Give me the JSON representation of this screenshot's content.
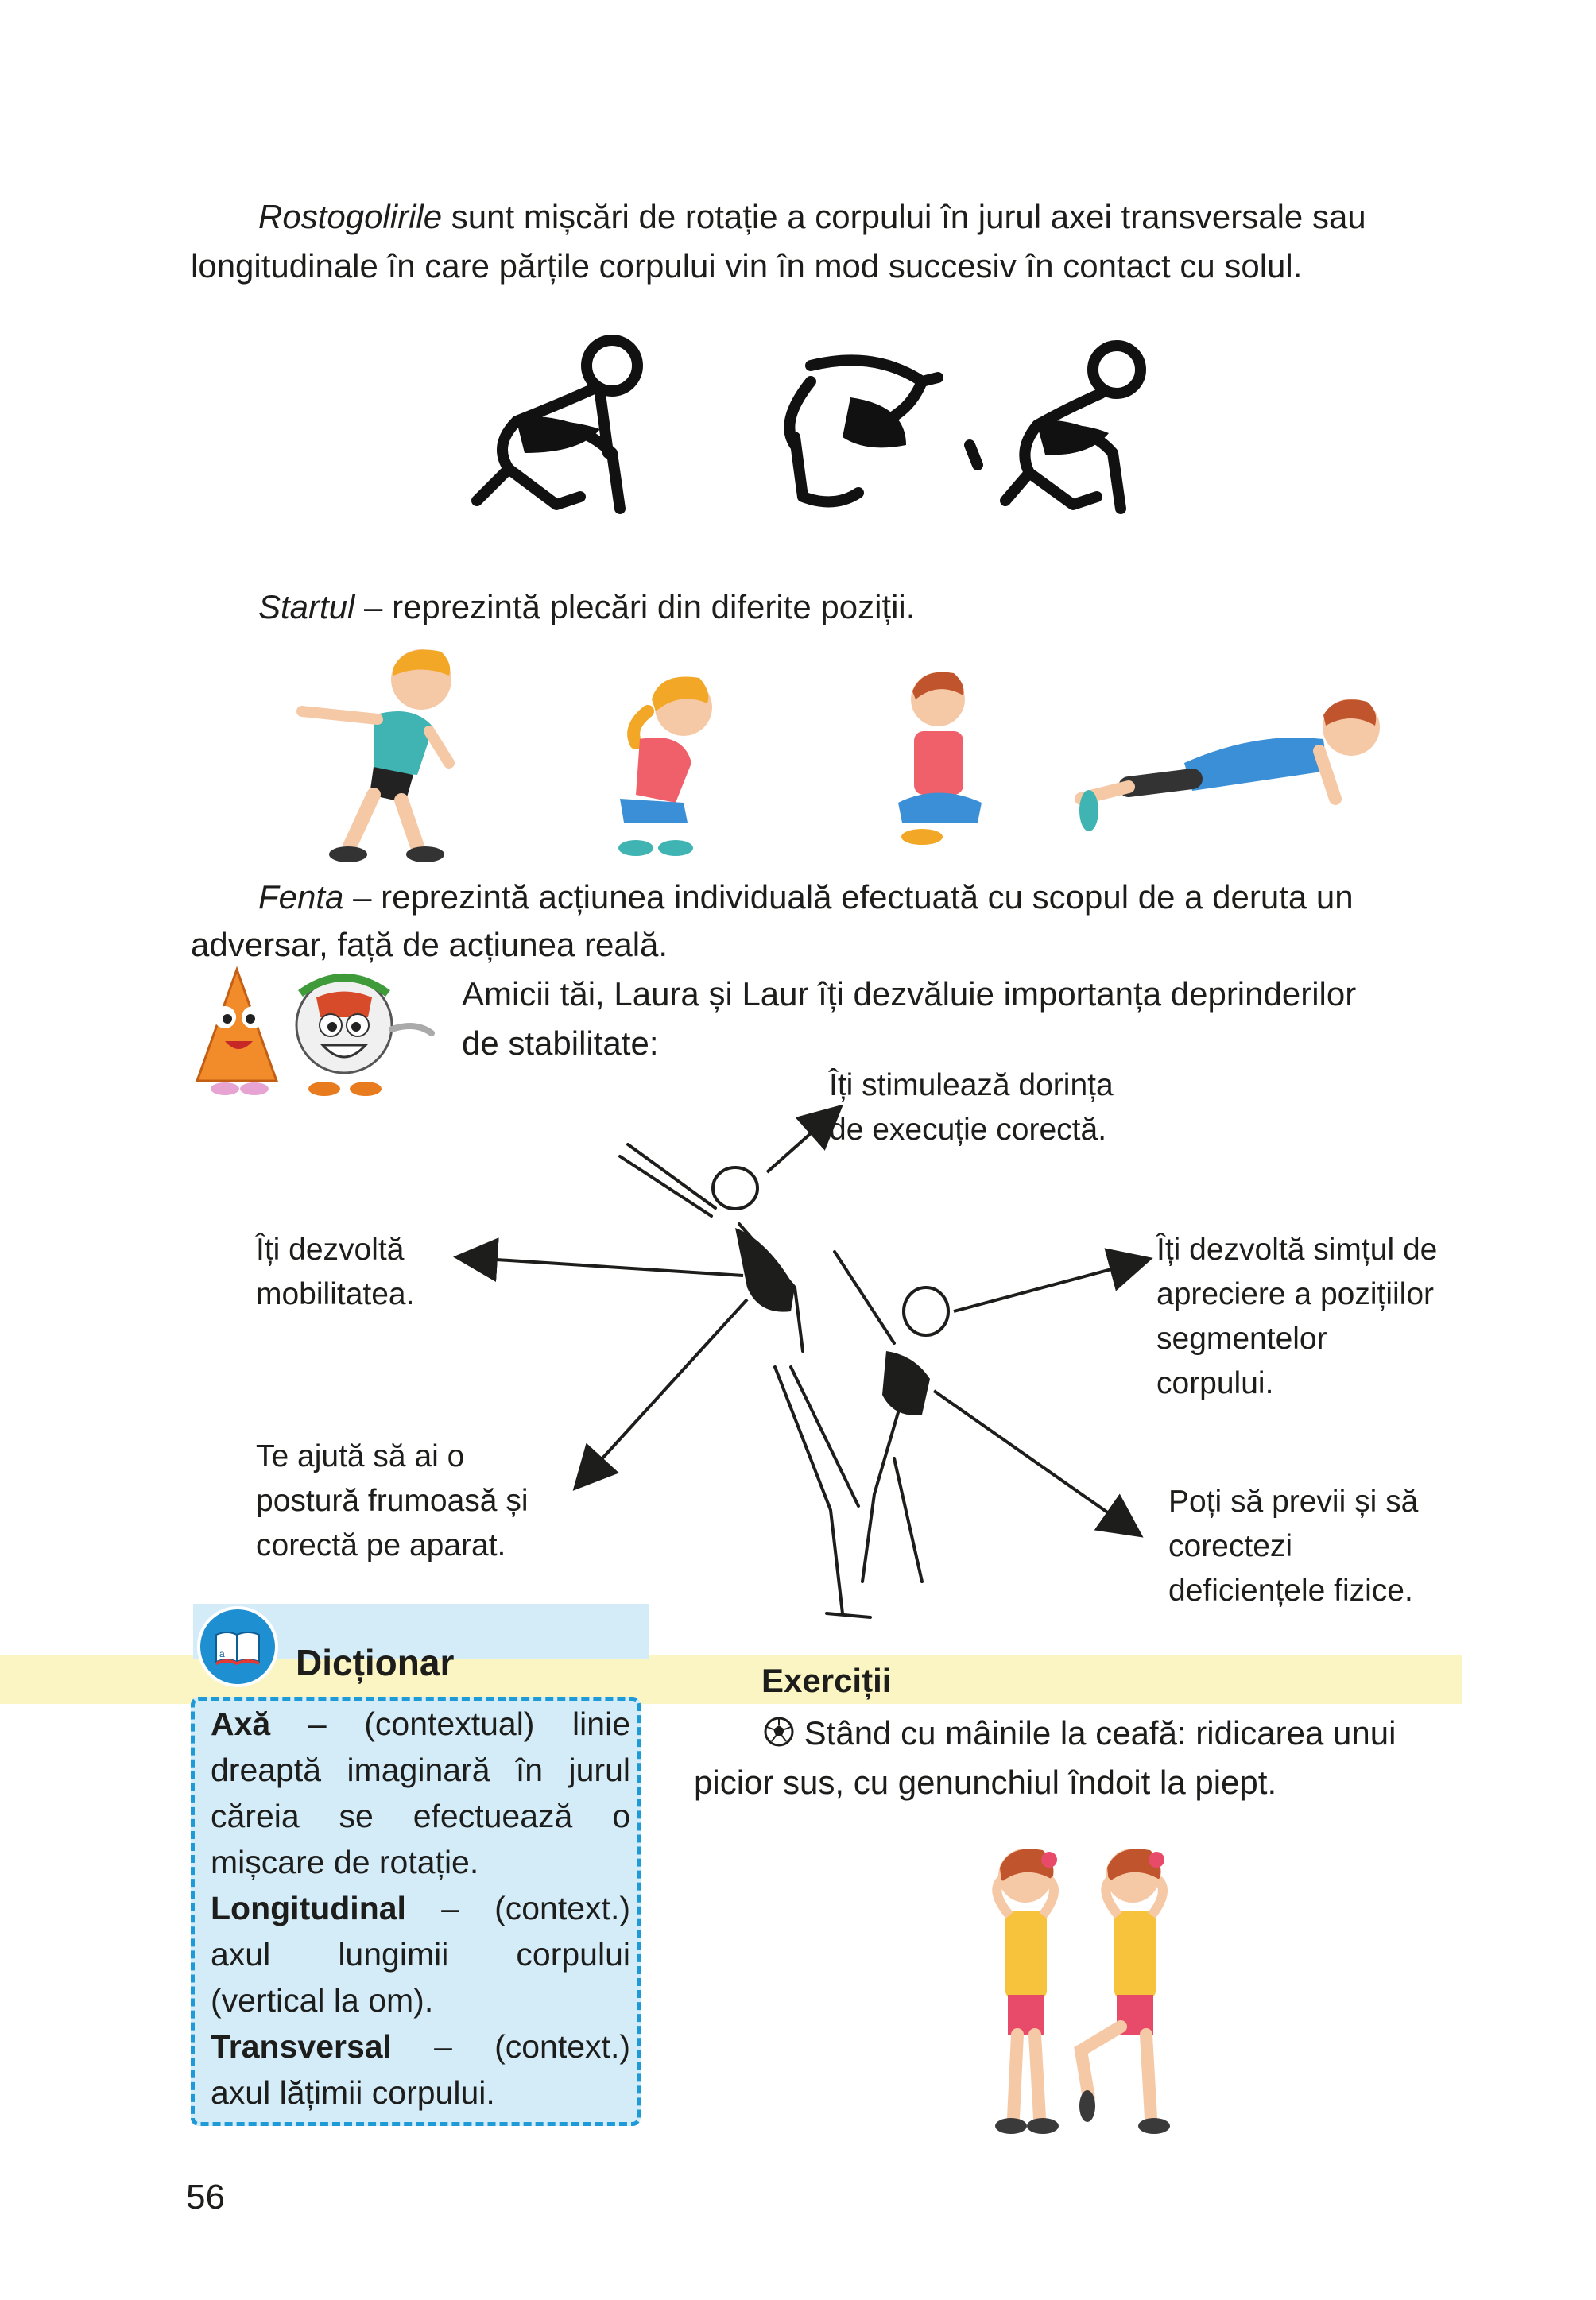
{
  "paragraphs": {
    "rostogolirile_term": "Rostogolirile",
    "rostogolirile_rest_line1": " sunt mișcări de rotație a corpului în jurul axei transversale sau",
    "rostogolirile_line2": "longitudinale în care părțile corpului vin în mod succesiv în contact cu solul.",
    "startul_term": "Startul",
    "startul_rest": " – reprezintă plecări din diferite poziții.",
    "fenta_term": "Fenta",
    "fenta_rest_line1": " – reprezintă acțiunea individuală efectuată cu scopul de a deruta un",
    "fenta_line2": "adversar, față de acțiunea reală.",
    "amicii_line1": "Amicii tăi, Laura și Laur îți dezvăluie importanța deprinderilor",
    "amicii_line2": "de stabilitate:"
  },
  "diagram_labels": {
    "top_line1": "Îți stimulează dorința",
    "top_line2": "de execuție corectă.",
    "left_top_line1": "Îți dezvoltă",
    "left_top_line2": "mobilitatea.",
    "right_top_line1": "Îți dezvoltă simțul de",
    "right_top_line2": "apreciere a pozițiilor",
    "right_top_line3": "segmentelor",
    "right_top_line4": "corpului.",
    "left_bottom_line1": "Te ajută să ai o",
    "left_bottom_line2": "postură frumoasă și",
    "left_bottom_line3": "corectă pe aparat.",
    "right_bottom_line1": "Poți să previi și să",
    "right_bottom_line2": "corectezi",
    "right_bottom_line3": "deficiențele fizice."
  },
  "dictionary": {
    "title": "Dicționar",
    "axa_term": "Axă",
    "axa_def": " – (contextual) linie dreaptă imaginară în jurul căreia se efectuează o mișcare de rotație.",
    "longitudinal_term": "Longitudinal",
    "longitudinal_def": " – (context.) axul lungimii corpului (vertical la om).",
    "transversal_term": "Transversal",
    "transversal_def": " – (context.) axul lățimii corpului."
  },
  "exercises": {
    "title": "Exerciții",
    "item1_line1": " Stând cu mâinile la ceafă: ridicarea unui",
    "item1_line2": "picior sus, cu genunchiul îndoit la piept."
  },
  "icons": {
    "dictionary": "book-icon",
    "exercise_bullet": "soccer-ball-icon"
  },
  "colors": {
    "dictionary_bg": "#d4ecf8",
    "dictionary_border": "#1e9ad6",
    "exercise_band": "#fbf5c4",
    "shirt_teal": "#3fb4b2",
    "shirt_pink": "#f0606a",
    "shirt_blue": "#3b8fd6",
    "shirt_yellow": "#f7c23c"
  },
  "page": {
    "number": "56"
  }
}
